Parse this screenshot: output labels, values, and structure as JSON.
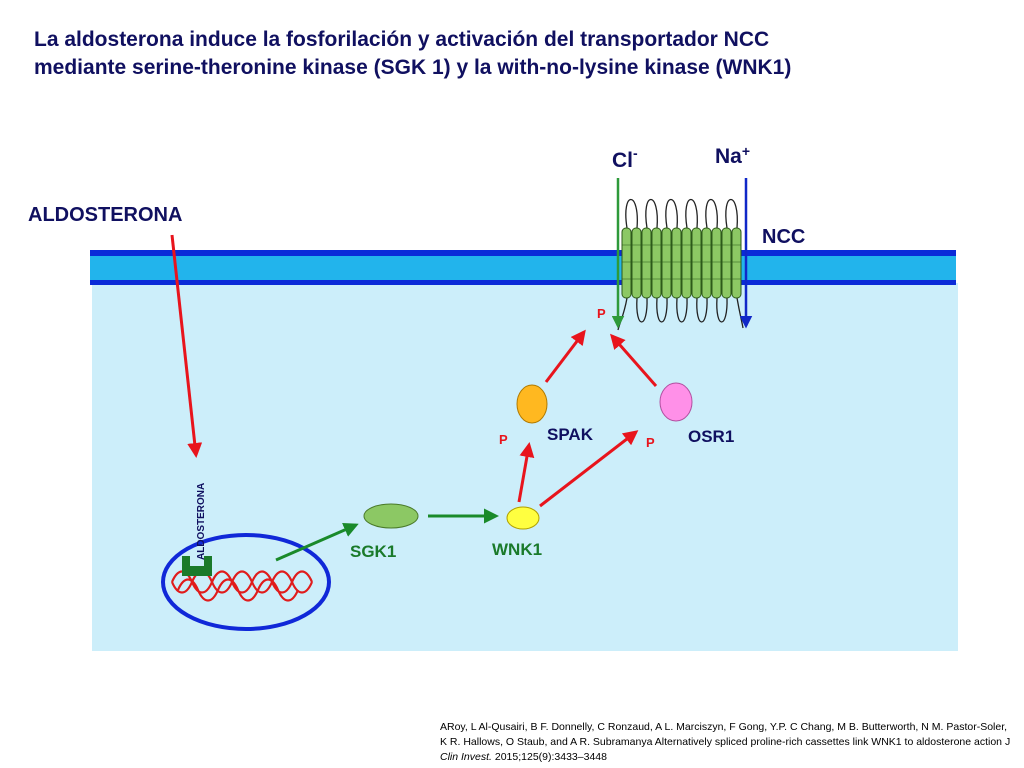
{
  "title": {
    "line1": "La aldosterona induce la fosforilación y activación del transportador NCC",
    "line2": "mediante serine-theronine kinase (SGK 1) y la with-no-lysine kinase (WNK1)"
  },
  "labels": {
    "aldosterona": "ALDOSTERONA",
    "aldosterona_receptor": "ALDOSTERONA",
    "chloride": "Cl",
    "chloride_charge": "-",
    "sodium": "Na",
    "sodium_charge": "+",
    "ncc": "NCC",
    "sgk1": "SGK1",
    "wnk1": "WNK1",
    "spak": "SPAK",
    "osr1": "OSR1",
    "phospho_ncc": "P",
    "phospho_spak": "P",
    "phospho_osr1": "P"
  },
  "reference": {
    "part1": "ARoy, L Al-Qusairi, B F. Donnelly, C Ronzaud, A L. Marciszyn, F Gong, Y.P. C Chang, M B. Butterworth, N M. Pastor-Soler, K R. Hallows, O Staub, and A R. Subramanya Alternatively spliced proline-rich cassettes link WNK1 to aldosterone action J",
    "journal": "Clin Invest.",
    "part2": "2015;125(9):3433–3448"
  },
  "colors": {
    "title": "#101060",
    "cytoplasm": "#cceefa",
    "membrane_dark": "#0a2bd8",
    "membrane_light": "#22b4ec",
    "activation_arrow": "#e8141c",
    "signal_arrow": "#1a8a2a",
    "chloride_arrow": "#2e9a3a",
    "sodium_arrow": "#1028c8",
    "ncc_helix": "#8cc864",
    "sgk1": "#8cc864",
    "wnk1": "#ffff40",
    "spak": "#ffb820",
    "osr1": "#ff90e8",
    "receptor": "#1a7a2a",
    "nucleus": "#1028d8",
    "dna": "#e01c1c"
  }
}
